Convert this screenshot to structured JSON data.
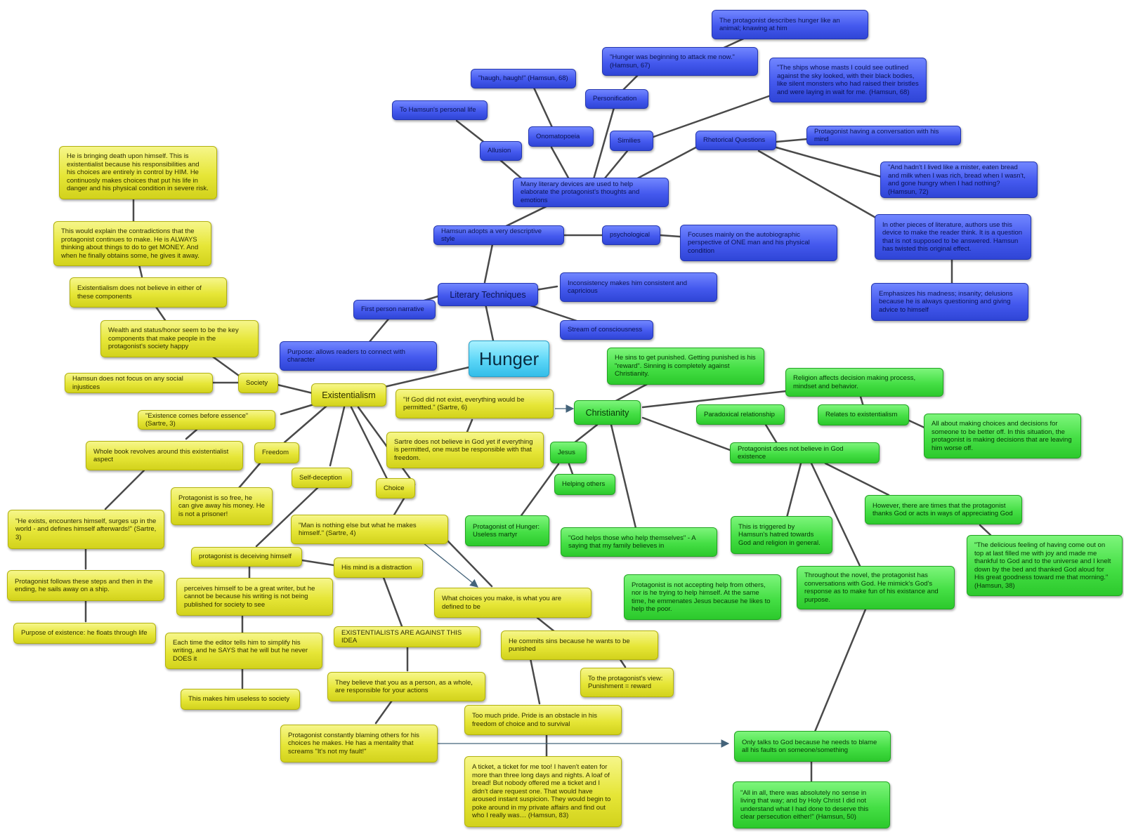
{
  "nodes": [
    {
      "id": "hunger",
      "text": "Hunger",
      "c": "c"
    },
    {
      "id": "lit",
      "text": "Literary Techniques",
      "c": "b",
      "h": true
    },
    {
      "id": "exi",
      "text": "Existentialism",
      "c": "y",
      "h": true
    },
    {
      "id": "chr",
      "text": "Christianity",
      "c": "g",
      "h": true
    },
    {
      "id": "b_animal",
      "text": "The protagonist describes hunger like an animal; knawing at him",
      "c": "b"
    },
    {
      "id": "b_attack",
      "text": "\"Hunger was beginning to attack me now.\" (Hamsun, 67)",
      "c": "b"
    },
    {
      "id": "b_haugh",
      "text": "\"haugh, haugh!\" (Hamsun, 68)",
      "c": "b"
    },
    {
      "id": "b_ships",
      "text": "\"The ships whose masts I could see outlined against the sky looked, with their black bodies, like silent monsters who had raised their bristles and were laying in wait for me. (Hamsun, 68)",
      "c": "b"
    },
    {
      "id": "b_personal",
      "text": "To Hamsun's personal life",
      "c": "b"
    },
    {
      "id": "b_personif",
      "text": "Personification",
      "c": "b"
    },
    {
      "id": "b_onomat",
      "text": "Onomatopoeia",
      "c": "b"
    },
    {
      "id": "b_similies",
      "text": "Similies",
      "c": "b"
    },
    {
      "id": "b_rhet",
      "text": "Rhetorical Questions",
      "c": "b"
    },
    {
      "id": "b_conv",
      "text": "Protagonist having a conversation with his mind",
      "c": "b"
    },
    {
      "id": "b_allusion",
      "text": "Allusion",
      "c": "b"
    },
    {
      "id": "b_mister",
      "text": "\"And hadn't I lived like a mister, eaten bread and milk when I was rich, bread when I wasn't, and gone hungry when I had nothing? (Hamsun, 72)",
      "c": "b"
    },
    {
      "id": "b_devices",
      "text": "Many literary devices are used to help elaborate the protagonist's thoughts and emotions",
      "c": "b"
    },
    {
      "id": "b_descr",
      "text": "Hamsun adopts a very descriptive style",
      "c": "b"
    },
    {
      "id": "b_psych",
      "text": "psychological",
      "c": "b"
    },
    {
      "id": "b_auto",
      "text": "Focuses mainly on the autobiographic perspective of ONE man and his physical condition",
      "c": "b"
    },
    {
      "id": "b_other",
      "text": "In other pieces of literature, authors use this device to make the reader think. It is a question that is not supposed to be answered. Hamsun has twisted this original effect.",
      "c": "b"
    },
    {
      "id": "b_incons",
      "text": "Inconsistency  makes him consistent and capricious",
      "c": "b"
    },
    {
      "id": "b_madness",
      "text": "Emphasizes his madness; insanity; delusions because he is always questioning and giving advice to himself",
      "c": "b"
    },
    {
      "id": "b_first",
      "text": "First person narrative",
      "c": "b"
    },
    {
      "id": "b_stream",
      "text": "Stream of consciousness",
      "c": "b"
    },
    {
      "id": "b_purpose",
      "text": "Purpose: allows readers to connect with character",
      "c": "b"
    },
    {
      "id": "y_death",
      "text": "He is bringing death upon himself. This is existentialist because his responsibilities and his choices are entirely in control by HIM. He continuosly makes choices that put his life in danger and his physical condition in severe risk.",
      "c": "y"
    },
    {
      "id": "y_contra",
      "text": "This would explain the contradictions that the protagonist continues to make. He is ALWAYS thinking about things to do to get MONEY. And when he finally obtains some, he gives it away.",
      "c": "y"
    },
    {
      "id": "y_neither",
      "text": "Existentialism does not believe in either of these components",
      "c": "y"
    },
    {
      "id": "y_wealth",
      "text": "Wealth and status/honor seem to be the key components that make people in the protagonist's society happy",
      "c": "y"
    },
    {
      "id": "y_social",
      "text": "Hamsun does not focus on any social injustices",
      "c": "y"
    },
    {
      "id": "y_society",
      "text": "Society",
      "c": "y"
    },
    {
      "id": "y_godnot",
      "text": "\"If God did not exist, everything would be permitted.\" (Sartre, 6)",
      "c": "y"
    },
    {
      "id": "y_essence",
      "text": "\"Existence comes before essence\" (Sartre, 3)",
      "c": "y"
    },
    {
      "id": "y_sartre",
      "text": "Sartre does not believe in God yet if everything is permitted, one must be responsible with that freedom.",
      "c": "y"
    },
    {
      "id": "y_whole",
      "text": "Whole book revolves around this existentialist aspect",
      "c": "y"
    },
    {
      "id": "y_freedom",
      "text": "Freedom",
      "c": "y"
    },
    {
      "id": "y_selfdec",
      "text": "Self-deception",
      "c": "y"
    },
    {
      "id": "y_choice",
      "text": "Choice",
      "c": "y"
    },
    {
      "id": "y_free",
      "text": "Protagonist is so free, he can give away his money. He is not a prisoner!",
      "c": "y"
    },
    {
      "id": "y_exists",
      "text": "\"He exists, encounters himself, surges up in the world - and defines himself afterwards!\" (Sartre, 3)",
      "c": "y"
    },
    {
      "id": "y_man",
      "text": "\"Man is nothing else but what he makes himself.\" (Sartre, 4)",
      "c": "y"
    },
    {
      "id": "y_deceiving",
      "text": "protagonist is deceiving himself",
      "c": "y"
    },
    {
      "id": "y_mind",
      "text": "His mind is a distraction",
      "c": "y"
    },
    {
      "id": "y_follows",
      "text": "Protagonist follows these steps and then in the ending, he sails away on a ship.",
      "c": "y"
    },
    {
      "id": "y_writer",
      "text": "perceives himself to be a great writer, but he cannot be because his writing is not being published for society to see",
      "c": "y"
    },
    {
      "id": "y_choices",
      "text": "What choices you make, is what you are defined to be",
      "c": "y"
    },
    {
      "id": "y_floats",
      "text": "Purpose of existence: he floats through life",
      "c": "y"
    },
    {
      "id": "y_editor",
      "text": "Each time the editor tells him to simplify his writing, and he SAYS that he will but he never DOES it",
      "c": "y"
    },
    {
      "id": "y_against",
      "text": "EXISTENTIALISTS ARE AGAINST THIS IDEA",
      "c": "y"
    },
    {
      "id": "y_sins",
      "text": "He commits sins because he wants to be punished",
      "c": "y"
    },
    {
      "id": "y_view",
      "text": "To the protagonist's view: Punishment = reward",
      "c": "y"
    },
    {
      "id": "y_believe",
      "text": "They believe that you as a person, as a whole, are responsible for your actions",
      "c": "y"
    },
    {
      "id": "y_useless",
      "text": "This makes him useless to society",
      "c": "y"
    },
    {
      "id": "y_pride",
      "text": "Too much pride. Pride is an obstacle in his freedom of choice and to survival",
      "c": "y"
    },
    {
      "id": "y_blaming",
      "text": "Protagonist constantly blaming others for his choices he makes. He has a mentality that screams \"It's not my fault!\"",
      "c": "y"
    },
    {
      "id": "y_ticket",
      "text": "A ticket, a ticket for me too! I haven't eaten for more than three long days and nights. A loaf of bread! But nobody offered me a ticket and I didn't dare request one. That would have aroused instant suspicion. They would begin to poke around in my private affairs and find out who I really was… (Hamsun, 83)",
      "c": "y"
    },
    {
      "id": "g_sins",
      "text": "He sins to get punished. Getting punished is his \"reward\". Sinning is completely against Christianity.",
      "c": "g"
    },
    {
      "id": "g_religion",
      "text": "Religion affects decision making process, mindset and behavior.",
      "c": "g"
    },
    {
      "id": "g_paradox",
      "text": "Paradoxical relationship",
      "c": "g"
    },
    {
      "id": "g_relates",
      "text": "Relates to existentialism",
      "c": "g"
    },
    {
      "id": "g_allabout",
      "text": "All about making choices and decisions for someone to be better off. In this situation, the protagonist is making decisions that are leaving him worse off.",
      "c": "g"
    },
    {
      "id": "g_jesus",
      "text": "Jesus",
      "c": "g"
    },
    {
      "id": "g_notbelieve",
      "text": "Protagonist does not believe in God existence",
      "c": "g"
    },
    {
      "id": "g_helping",
      "text": "Helping others",
      "c": "g"
    },
    {
      "id": "g_martyr",
      "text": "Protagonist of Hunger: Useless martyr",
      "c": "g"
    },
    {
      "id": "g_triggered",
      "text": "This is triggered  by Hamsun's hatred towards God and religion in general.",
      "c": "g"
    },
    {
      "id": "g_thanks",
      "text": "However, there are times that the protagonist thanks God or acts in ways of appreciating God",
      "c": "g"
    },
    {
      "id": "g_helps",
      "text": "\"God helps those who help themselves\" - A saying that my family believes in",
      "c": "g"
    },
    {
      "id": "g_delicious",
      "text": "\"The delicious feeling of having come out on top at last filled me with joy and made me thankful to God and to the universe and I knelt down by the bed and thanked God aloud for His great goodness toward me that morning.\" (Hamsun, 38)",
      "c": "g"
    },
    {
      "id": "g_accepting",
      "text": "Protagonist is not accepting help from others, nor is he trying to help himself. At the same time, he emmenates Jesus because he likes to help the poor.",
      "c": "g"
    },
    {
      "id": "g_throughout",
      "text": "Throughout the novel, the protagonist has conversations with God. He mimick's God's response as to make fun of his existance and purpose.",
      "c": "g"
    },
    {
      "id": "g_talks",
      "text": "Only talks to God because he needs to blame all his faults on someone/something",
      "c": "g"
    },
    {
      "id": "g_allinall",
      "text": "\"All in all, there was absolutely no  sense in living that way; and by Holy Christ I did not understand what I had done to deserve this clear persecution either!\" (Hamsun, 50)",
      "c": "g"
    }
  ]
}
